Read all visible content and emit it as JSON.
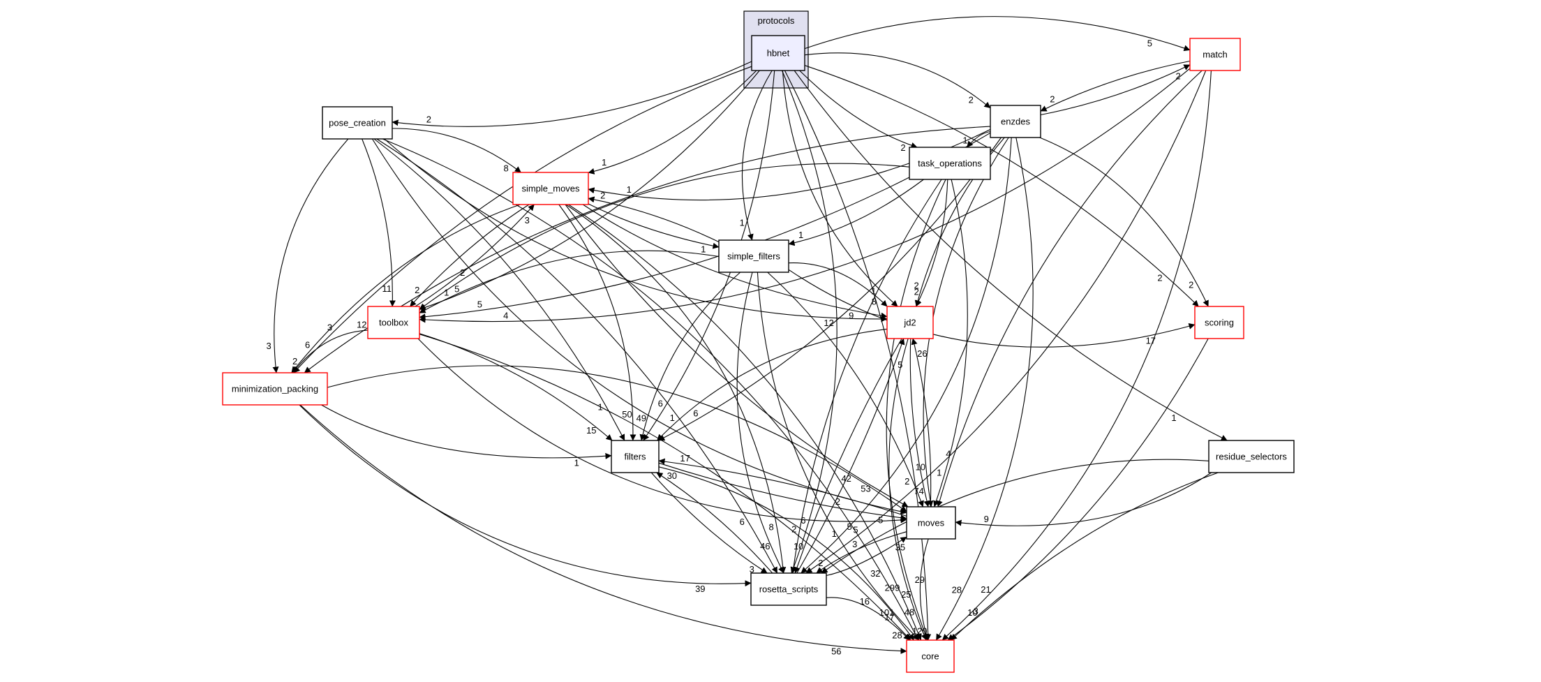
{
  "diagram": {
    "cluster": {
      "id": "protocols",
      "label": "protocols"
    },
    "colors": {
      "cluster_fill": "#e0e0f0",
      "focus_fill": "#eeeeff",
      "normal_border": "#000000",
      "truncated_border": "#ff0000",
      "edge": "#000000"
    },
    "nodes": [
      {
        "id": "hbnet",
        "label": "hbnet",
        "style": "focus"
      },
      {
        "id": "match",
        "label": "match",
        "style": "truncated"
      },
      {
        "id": "pose_creation",
        "label": "pose_creation",
        "style": "normal"
      },
      {
        "id": "enzdes",
        "label": "enzdes",
        "style": "normal"
      },
      {
        "id": "simple_moves",
        "label": "simple_moves",
        "style": "truncated"
      },
      {
        "id": "task_operations",
        "label": "task_operations",
        "style": "normal"
      },
      {
        "id": "simple_filters",
        "label": "simple_filters",
        "style": "normal"
      },
      {
        "id": "toolbox",
        "label": "toolbox",
        "style": "truncated"
      },
      {
        "id": "jd2",
        "label": "jd2",
        "style": "truncated"
      },
      {
        "id": "scoring",
        "label": "scoring",
        "style": "truncated"
      },
      {
        "id": "minimization_packing",
        "label": "minimization_packing",
        "style": "truncated"
      },
      {
        "id": "filters",
        "label": "filters",
        "style": "normal"
      },
      {
        "id": "residue_selectors",
        "label": "residue_selectors",
        "style": "normal"
      },
      {
        "id": "moves",
        "label": "moves",
        "style": "normal"
      },
      {
        "id": "rosetta_scripts",
        "label": "rosetta_scripts",
        "style": "normal"
      },
      {
        "id": "core",
        "label": "core",
        "style": "truncated"
      }
    ],
    "edges": [
      {
        "id": "e_hbnet_match",
        "from": "hbnet",
        "to": "match",
        "label": "5"
      },
      {
        "id": "e_hbnet_pose_creation",
        "from": "hbnet",
        "to": "pose_creation",
        "label": "2"
      },
      {
        "id": "e_hbnet_enzdes",
        "from": "hbnet",
        "to": "enzdes",
        "label": "2"
      },
      {
        "id": "e_hbnet_simple_moves",
        "from": "hbnet",
        "to": "simple_moves",
        "label": "1"
      },
      {
        "id": "e_hbnet_task_operations",
        "from": "hbnet",
        "to": "task_operations",
        "label": "2"
      },
      {
        "id": "e_hbnet_simple_filters",
        "from": "hbnet",
        "to": "simple_filters",
        "label": "1"
      },
      {
        "id": "e_hbnet_toolbox",
        "from": "hbnet",
        "to": "toolbox",
        "label": "5"
      },
      {
        "id": "e_hbnet_jd2",
        "from": "hbnet",
        "to": "jd2",
        "label": "1"
      },
      {
        "id": "e_hbnet_scoring",
        "from": "hbnet",
        "to": "scoring",
        "label": "2"
      },
      {
        "id": "e_hbnet_minimization_packing",
        "from": "hbnet",
        "to": "minimization_packing",
        "label": "3"
      },
      {
        "id": "e_hbnet_filters",
        "from": "hbnet",
        "to": "filters",
        "label": "6"
      },
      {
        "id": "e_hbnet_residue_selectors",
        "from": "hbnet",
        "to": "residue_selectors",
        "label": "1"
      },
      {
        "id": "e_hbnet_rosetta_scripts",
        "from": "hbnet",
        "to": "rosetta_scripts",
        "label": "6"
      },
      {
        "id": "e_hbnet_core",
        "from": "hbnet",
        "to": "core",
        "label": "29"
      },
      {
        "id": "e_match_enzdes",
        "from": "match",
        "to": "enzdes",
        "label": "2"
      },
      {
        "id": "e_match_toolbox",
        "from": "match",
        "to": "toolbox",
        "label": "4"
      },
      {
        "id": "e_match_moves",
        "from": "match",
        "to": "moves",
        "label": "4"
      },
      {
        "id": "e_match_rosetta_scripts",
        "from": "match",
        "to": "rosetta_scripts",
        "label": "5"
      },
      {
        "id": "e_match_core",
        "from": "match",
        "to": "core",
        "label": "21"
      },
      {
        "id": "e_enzdes_match",
        "from": "enzdes",
        "to": "match",
        "label": "2"
      },
      {
        "id": "e_enzdes_simple_moves",
        "from": "enzdes",
        "to": "simple_moves",
        "label": "1"
      },
      {
        "id": "e_enzdes_task_operations",
        "from": "enzdes",
        "to": "task_operations",
        "label": "1"
      },
      {
        "id": "e_enzdes_toolbox",
        "from": "enzdes",
        "to": "toolbox",
        "label": "5"
      },
      {
        "id": "e_enzdes_jd2",
        "from": "enzdes",
        "to": "jd2",
        "label": "2"
      },
      {
        "id": "e_enzdes_scoring",
        "from": "enzdes",
        "to": "scoring",
        "label": "2"
      },
      {
        "id": "e_enzdes_minimization_packing",
        "from": "enzdes",
        "to": "minimization_packing",
        "label": "12"
      },
      {
        "id": "e_enzdes_filters",
        "from": "enzdes",
        "to": "filters",
        "label": "6"
      },
      {
        "id": "e_enzdes_moves",
        "from": "enzdes",
        "to": "moves",
        "label": "10"
      },
      {
        "id": "e_enzdes_rosetta_scripts",
        "from": "enzdes",
        "to": "rosetta_scripts",
        "label": "1"
      },
      {
        "id": "e_enzdes_core",
        "from": "enzdes",
        "to": "core",
        "label": "28"
      },
      {
        "id": "e_pose_creation_simple_moves",
        "from": "pose_creation",
        "to": "simple_moves",
        "label": "8"
      },
      {
        "id": "e_pose_creation_toolbox",
        "from": "pose_creation",
        "to": "toolbox",
        "label": "11"
      },
      {
        "id": "e_pose_creation_jd2",
        "from": "pose_creation",
        "to": "jd2",
        "label": "12"
      },
      {
        "id": "e_pose_creation_minimization_packing",
        "from": "pose_creation",
        "to": "minimization_packing",
        "label": "3"
      },
      {
        "id": "e_pose_creation_filters",
        "from": "pose_creation",
        "to": "filters",
        "label": "1"
      },
      {
        "id": "e_pose_creation_moves",
        "from": "pose_creation",
        "to": "moves",
        "label": "2"
      },
      {
        "id": "e_pose_creation_rosetta_scripts",
        "from": "pose_creation",
        "to": "rosetta_scripts",
        "label": "6"
      },
      {
        "id": "e_pose_creation_core",
        "from": "pose_creation",
        "to": "core",
        "label": "32"
      },
      {
        "id": "e_simple_moves_toolbox",
        "from": "simple_moves",
        "to": "toolbox",
        "label": "2"
      },
      {
        "id": "e_simple_moves_simple_filters",
        "from": "simple_moves",
        "to": "simple_filters",
        "label": "1"
      },
      {
        "id": "e_simple_moves_jd2",
        "from": "simple_moves",
        "to": "jd2",
        "label": "9"
      },
      {
        "id": "e_simple_moves_minimization_packing",
        "from": "simple_moves",
        "to": "minimization_packing",
        "label": "6"
      },
      {
        "id": "e_simple_moves_filters",
        "from": "simple_moves",
        "to": "filters",
        "label": "50"
      },
      {
        "id": "e_simple_moves_moves",
        "from": "simple_moves",
        "to": "moves",
        "label": "53"
      },
      {
        "id": "e_simple_moves_rosetta_scripts",
        "from": "simple_moves",
        "to": "rosetta_scripts",
        "label": "8"
      },
      {
        "id": "e_simple_moves_core",
        "from": "simple_moves",
        "to": "core",
        "label": "299"
      },
      {
        "id": "e_task_operations_simple_filters",
        "from": "task_operations",
        "to": "simple_filters",
        "label": "1"
      },
      {
        "id": "e_task_operations_toolbox",
        "from": "task_operations",
        "to": "toolbox",
        "label": "2"
      },
      {
        "id": "e_task_operations_jd2",
        "from": "task_operations",
        "to": "jd2",
        "label": "2"
      },
      {
        "id": "e_task_operations_moves",
        "from": "task_operations",
        "to": "moves",
        "label": "1"
      },
      {
        "id": "e_task_operations_rosetta_scripts",
        "from": "task_operations",
        "to": "rosetta_scripts",
        "label": "2"
      },
      {
        "id": "e_task_operations_core",
        "from": "task_operations",
        "to": "core",
        "label": "25"
      },
      {
        "id": "e_simple_filters_simple_moves",
        "from": "simple_filters",
        "to": "simple_moves",
        "label": "2"
      },
      {
        "id": "e_simple_filters_toolbox",
        "from": "simple_filters",
        "to": "toolbox",
        "label": "1"
      },
      {
        "id": "e_simple_filters_jd2",
        "from": "simple_filters",
        "to": "jd2",
        "label": "8"
      },
      {
        "id": "e_simple_filters_scoring",
        "from": "simple_filters",
        "to": "scoring",
        "label": "17"
      },
      {
        "id": "e_simple_filters_filters",
        "from": "simple_filters",
        "to": "filters",
        "label": "49"
      },
      {
        "id": "e_simple_filters_moves",
        "from": "simple_filters",
        "to": "moves",
        "label": "2"
      },
      {
        "id": "e_simple_filters_rosetta_scripts",
        "from": "simple_filters",
        "to": "rosetta_scripts",
        "label": "46"
      },
      {
        "id": "e_simple_filters_core",
        "from": "simple_filters",
        "to": "core",
        "label": "101"
      },
      {
        "id": "e_toolbox_simple_moves",
        "from": "toolbox",
        "to": "simple_moves",
        "label": "3"
      },
      {
        "id": "e_toolbox_minimization_packing",
        "from": "toolbox",
        "to": "minimization_packing",
        "label": "2"
      },
      {
        "id": "e_toolbox_filters",
        "from": "toolbox",
        "to": "filters",
        "label": "15"
      },
      {
        "id": "e_toolbox_moves",
        "from": "toolbox",
        "to": "moves",
        "label": "5"
      },
      {
        "id": "e_toolbox_core",
        "from": "toolbox",
        "to": "core",
        "label": "16"
      },
      {
        "id": "e_minimization_packing_filters",
        "from": "minimization_packing",
        "to": "filters",
        "label": "1"
      },
      {
        "id": "e_minimization_packing_moves",
        "from": "minimization_packing",
        "to": "moves",
        "label": "42"
      },
      {
        "id": "e_minimization_packing_rosetta_scripts",
        "from": "minimization_packing",
        "to": "rosetta_scripts",
        "label": "39"
      },
      {
        "id": "e_minimization_packing_core",
        "from": "minimization_packing",
        "to": "core",
        "label": "56"
      },
      {
        "id": "e_jd2_filters",
        "from": "jd2",
        "to": "filters",
        "label": "1"
      },
      {
        "id": "e_jd2_moves",
        "from": "jd2",
        "to": "moves",
        "label": "74"
      },
      {
        "id": "e_jd2_rosetta_scripts",
        "from": "jd2",
        "to": "rosetta_scripts",
        "label": "10"
      },
      {
        "id": "e_jd2_core",
        "from": "jd2",
        "to": "core",
        "label": "48"
      },
      {
        "id": "e_filters_moves",
        "from": "filters",
        "to": "moves",
        "label": "5"
      },
      {
        "id": "e_filters_rosetta_scripts",
        "from": "filters",
        "to": "rosetta_scripts",
        "label": "3"
      },
      {
        "id": "e_filters_core",
        "from": "filters",
        "to": "core",
        "label": "17"
      },
      {
        "id": "e_moves_filters",
        "from": "moves",
        "to": "filters",
        "label": "17"
      },
      {
        "id": "e_moves_jd2",
        "from": "moves",
        "to": "jd2",
        "label": "26"
      },
      {
        "id": "e_moves_rosetta_scripts",
        "from": "moves",
        "to": "rosetta_scripts",
        "label": "2"
      },
      {
        "id": "e_moves_core",
        "from": "moves",
        "to": "core",
        "label": "120"
      },
      {
        "id": "e_rosetta_scripts_jd2",
        "from": "rosetta_scripts",
        "to": "jd2",
        "label": "5"
      },
      {
        "id": "e_rosetta_scripts_moves",
        "from": "rosetta_scripts",
        "to": "moves",
        "label": "35"
      },
      {
        "id": "e_rosetta_scripts_filters",
        "from": "rosetta_scripts",
        "to": "filters",
        "label": "30"
      },
      {
        "id": "e_rosetta_scripts_core",
        "from": "rosetta_scripts",
        "to": "core",
        "label": "28"
      },
      {
        "id": "e_residue_selectors_moves",
        "from": "residue_selectors",
        "to": "moves",
        "label": "9"
      },
      {
        "id": "e_residue_selectors_rosetta_scripts",
        "from": "residue_selectors",
        "to": "rosetta_scripts",
        "label": "3"
      },
      {
        "id": "e_residue_selectors_core",
        "from": "residue_selectors",
        "to": "core",
        "label": "10"
      },
      {
        "id": "e_scoring_core",
        "from": "scoring",
        "to": "core",
        "label": "3"
      }
    ]
  }
}
